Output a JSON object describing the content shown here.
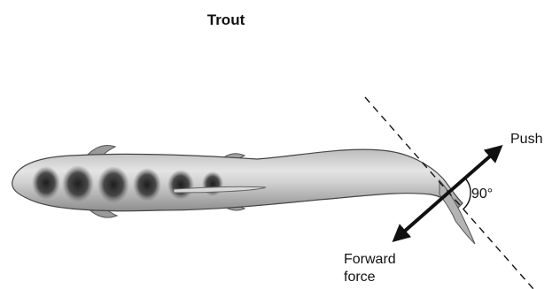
{
  "title": "Trout",
  "labels": {
    "push": "Push",
    "angle": "90°",
    "forward_line1": "Forward",
    "forward_line2": "force"
  }
}
